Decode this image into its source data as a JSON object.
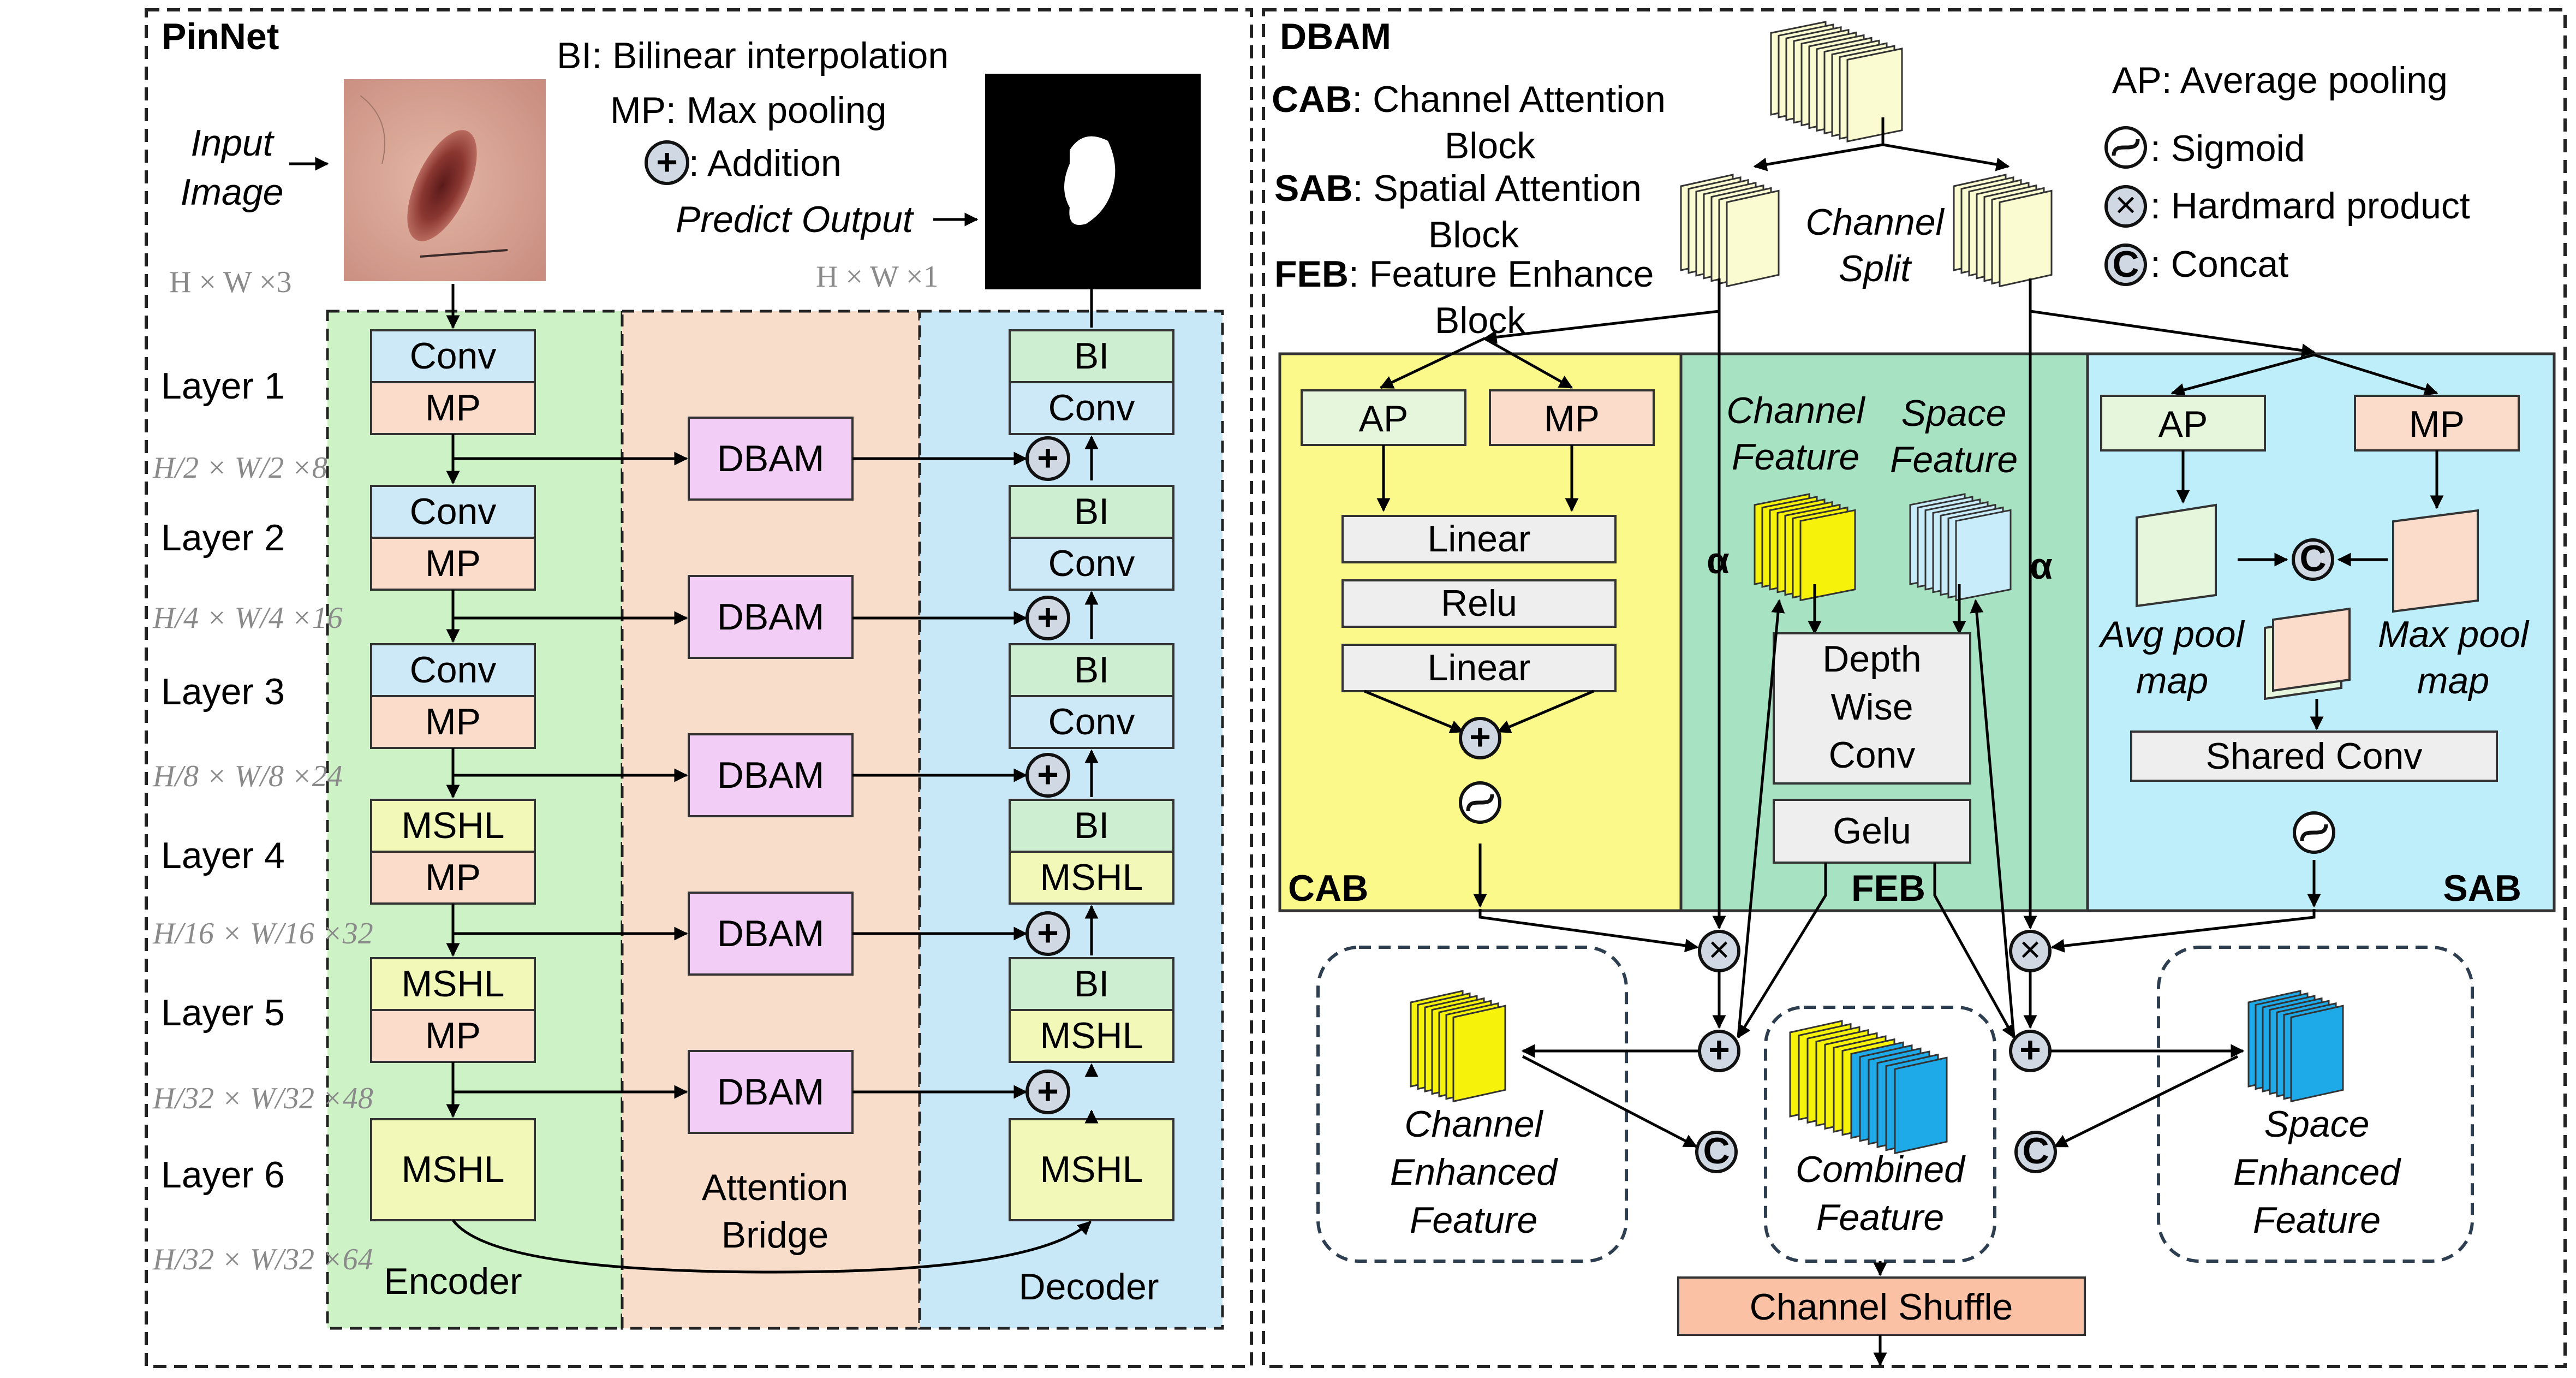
{
  "pinnet": {
    "title": "PinNet",
    "legend": {
      "bi": "BI: Bilinear interpolation",
      "mp": "MP: Max pooling",
      "add": ": Addition"
    },
    "input_label_1": "Input",
    "input_label_2": "Image",
    "input_dim": "H × W ×3",
    "predict_label": "Predict Output",
    "output_dim": "H × W ×1",
    "layers": [
      "Layer 1",
      "Layer 2",
      "Layer 3",
      "Layer 4",
      "Layer 5",
      "Layer 6"
    ],
    "dims": [
      "H/2 × W/2 ×8",
      "H/4 × W/4 ×16",
      "H/8 × W/8 ×24",
      "H/16 × W/16 ×32",
      "H/32 × W/32 ×48",
      "H/32 × W/32 ×64"
    ],
    "encoder": [
      [
        "Conv",
        "MP"
      ],
      [
        "Conv",
        "MP"
      ],
      [
        "Conv",
        "MP"
      ],
      [
        "MSHL",
        "MP"
      ],
      [
        "MSHL",
        "MP"
      ],
      [
        "MSHL"
      ]
    ],
    "decoder": [
      [
        "BI",
        "Conv"
      ],
      [
        "BI",
        "Conv"
      ],
      [
        "BI",
        "Conv"
      ],
      [
        "BI",
        "MSHL"
      ],
      [
        "BI",
        "MSHL"
      ],
      [
        "MSHL"
      ]
    ],
    "bridge_block": "DBAM",
    "section_labels": {
      "encoder": "Encoder",
      "bridge_1": "Attention",
      "bridge_2": "Bridge",
      "decoder": "Decoder"
    },
    "add_glyph": "+"
  },
  "dbam": {
    "title": "DBAM",
    "defs": {
      "cab_key": "CAB",
      "cab_text": ": Channel Attention",
      "cab_text2": "Block",
      "sab_key": "SAB",
      "sab_text": ": Spatial Attention",
      "sab_text2": "Block",
      "feb_key": "FEB",
      "feb_text": ": Feature Enhance",
      "feb_text2": "Block"
    },
    "legend": {
      "ap": "AP: Average pooling",
      "sigmoid": ": Sigmoid",
      "hadamard": ": Hardmard product",
      "concat": ": Concat"
    },
    "channel_split_1": "Channel",
    "channel_split_2": "Split",
    "cab": {
      "ap": "AP",
      "mp": "MP",
      "layers": [
        "Linear",
        "Relu",
        "Linear"
      ],
      "label": "CAB"
    },
    "feb": {
      "channel_feature_1": "Channel",
      "channel_feature_2": "Feature",
      "space_feature_1": "Space",
      "space_feature_2": "Feature",
      "dw_1": "Depth",
      "dw_2": "Wise",
      "dw_3": "Conv",
      "gelu": "Gelu",
      "label": "FEB"
    },
    "sab": {
      "ap": "AP",
      "mp": "MP",
      "avg_1": "Avg pool",
      "avg_2": "map",
      "max_1": "Max pool",
      "max_2": "map",
      "shared_conv": "Shared Conv",
      "label": "SAB"
    },
    "alpha": "α",
    "outputs": {
      "channel_1": "Channel",
      "channel_2": "Enhanced",
      "channel_3": "Feature",
      "combined_1": "Combined",
      "combined_2": "Feature",
      "space_1": "Space",
      "space_2": "Enhanced",
      "space_3": "Feature"
    },
    "channel_shuffle": "Channel Shuffle",
    "glyphs": {
      "plus": "+",
      "times": "×",
      "concat": "C"
    }
  },
  "colors": {
    "encoder_bg": "#ccf2c5",
    "bridge_bg": "#f9ddcb",
    "decoder_bg": "#c8e8f8",
    "conv": "#cde8f6",
    "mp": "#fbdccb",
    "bi": "#cdeed0",
    "mshl": "#f2f8b8",
    "dbam": "#f2cdf5",
    "cab_bg": "#fbf98a",
    "feb_bg": "#a7e2c2",
    "sab_bg": "#bfeefb",
    "yellow_map": "#f6f20a",
    "blue_map": "#1ea9e8",
    "shuffle": "#fbc1a5"
  }
}
